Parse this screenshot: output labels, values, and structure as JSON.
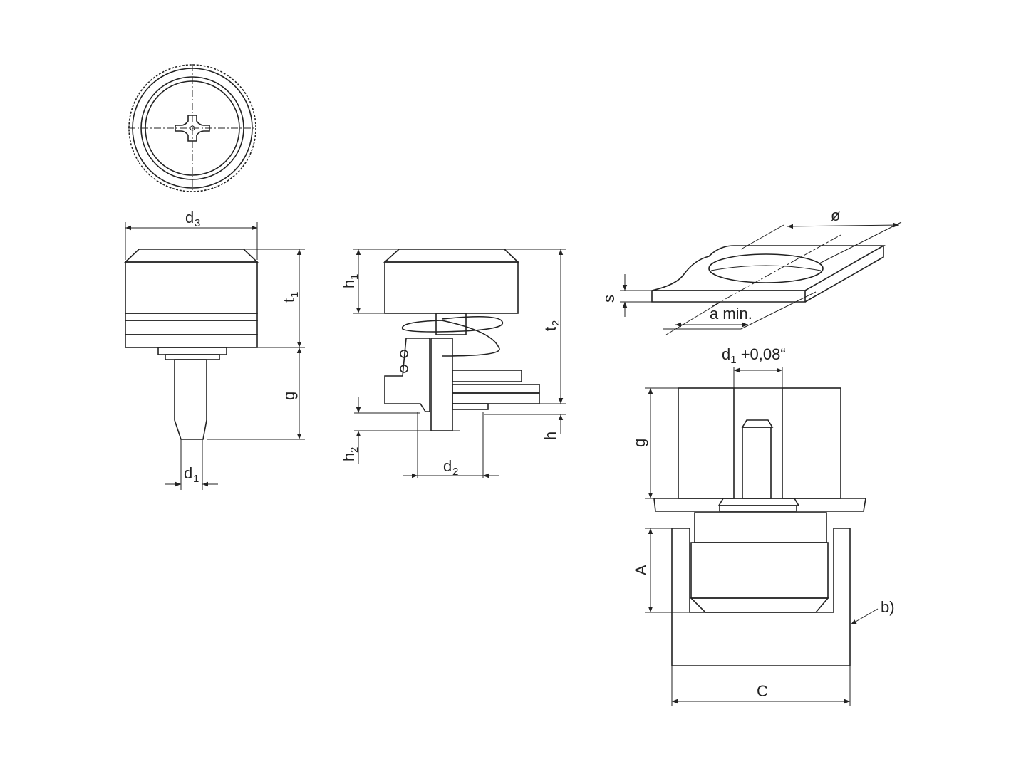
{
  "labels": {
    "d3": "d",
    "d3_sub": "3",
    "t1": "t",
    "t1_sub": "1",
    "g_left": "g",
    "d1": "d",
    "d1_sub": "1",
    "h1": "h",
    "h1_sub": "1",
    "t2": "t",
    "t2_sub": "2",
    "h": "h",
    "h2": "h",
    "h2_sub": "2",
    "d2": "d",
    "d2_sub": "2",
    "diameter": "ø",
    "s": "s",
    "a_min": "a min.",
    "d1_tol": "d",
    "d1_tol_sub": "1",
    "d1_tol_rest": " +0,08“",
    "g_right": "g",
    "A": "A",
    "C": "C",
    "b": "b)"
  }
}
